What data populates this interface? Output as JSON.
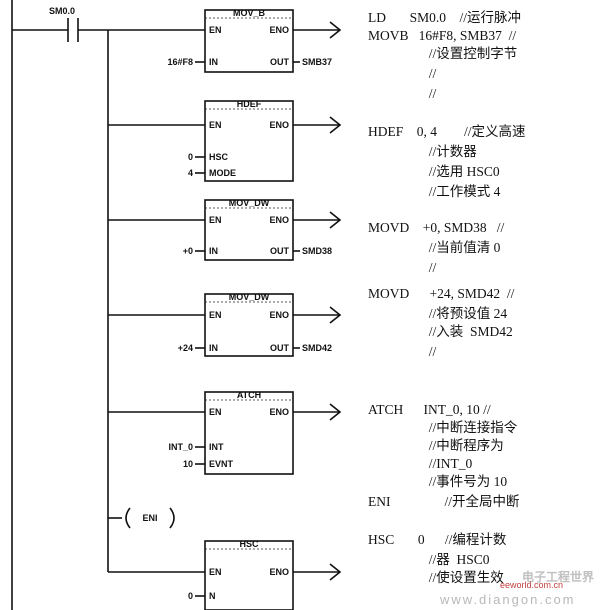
{
  "ladder": {
    "contact_label": "SM0.0",
    "eni_label": "ENI",
    "boxes": [
      {
        "title": "MOV_B",
        "en": "EN",
        "eno": "ENO",
        "in_pin": "IN",
        "out_pin": "OUT",
        "in_value": "16#F8",
        "out_value": "SMB37"
      },
      {
        "title": "HDEF",
        "en": "EN",
        "eno": "ENO",
        "pin1": "HSC",
        "pin2": "MODE",
        "val1": "0",
        "val2": "4"
      },
      {
        "title": "MOV_DW",
        "en": "EN",
        "eno": "ENO",
        "in_pin": "IN",
        "out_pin": "OUT",
        "in_value": "+0",
        "out_value": "SMD38"
      },
      {
        "title": "MOV_DW",
        "en": "EN",
        "eno": "ENO",
        "in_pin": "IN",
        "out_pin": "OUT",
        "in_value": "+24",
        "out_value": "SMD42"
      },
      {
        "title": "ATCH",
        "en": "EN",
        "eno": "ENO",
        "pin1": "INT",
        "pin2": "EVNT",
        "val1": "INT_0",
        "val2": "10"
      },
      {
        "title": "HSC",
        "en": "EN",
        "eno": "ENO",
        "pin1": "N",
        "val1": "0"
      }
    ]
  },
  "stl": [
    "LD       SM0.0    //运行脉冲",
    "MOVB   16#F8, SMB37  //",
    "                  //设置控制字节",
    "                  //",
    "                  //",
    "HDEF    0, 4        //定义高速",
    "                  //计数器",
    "                  //选用 HSC0",
    "                  //工作模式 4",
    "MOVD    +0, SMD38   //",
    "                  //当前值清 0",
    "                  //",
    "MOVD      +24, SMD42  //",
    "                  //将预设值 24",
    "                  //入装  SMD42",
    "                  //",
    "ATCH      INT_0, 10 //",
    "                  //中断连接指令",
    "                  //中断程序为",
    "                  //INT_0",
    "                  //事件号为 10",
    "ENI                //开全局中断",
    "HSC       0      //编程计数",
    "                  //器  HSC0",
    "                  //使设置生效"
  ],
  "watermark": {
    "title": "电子工程世界",
    "domain": "eeworld.com.cn",
    "url": "www.diangon.com"
  }
}
